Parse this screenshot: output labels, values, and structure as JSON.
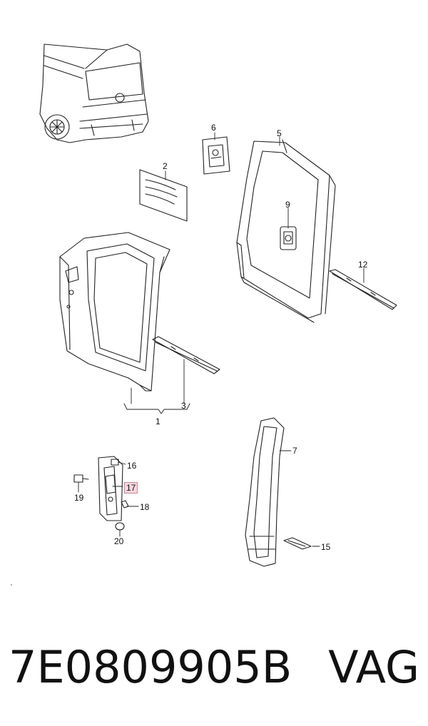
{
  "callouts": {
    "c1": "1",
    "c2": "2",
    "c3": "3",
    "c5": "5",
    "c6": "6",
    "c7": "7",
    "c9": "9",
    "c12": "12",
    "c15": "15",
    "c16": "16",
    "c17": "17",
    "c18": "18",
    "c19": "19",
    "c20": "20"
  },
  "highlight_color": "#f6d6dc",
  "footer": {
    "part_number": "7E0809905B",
    "brand": "VAG"
  }
}
